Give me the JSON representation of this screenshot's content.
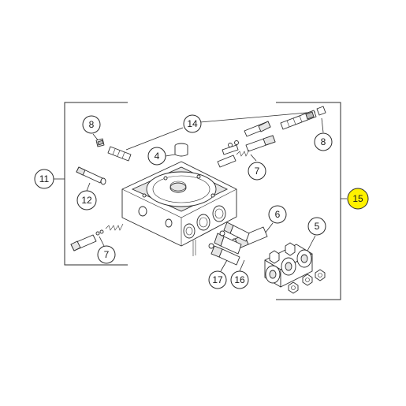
{
  "callouts": {
    "c8_left": "8",
    "c14": "14",
    "c4": "4",
    "c11": "11",
    "c12": "12",
    "c7_left": "7",
    "c8_right": "8",
    "c7_right": "7",
    "c15": "15",
    "c6": "6",
    "c5": "5",
    "c17": "17",
    "c16": "16"
  },
  "colors": {
    "highlight": "#fff200",
    "line": "#2b2b2b"
  }
}
